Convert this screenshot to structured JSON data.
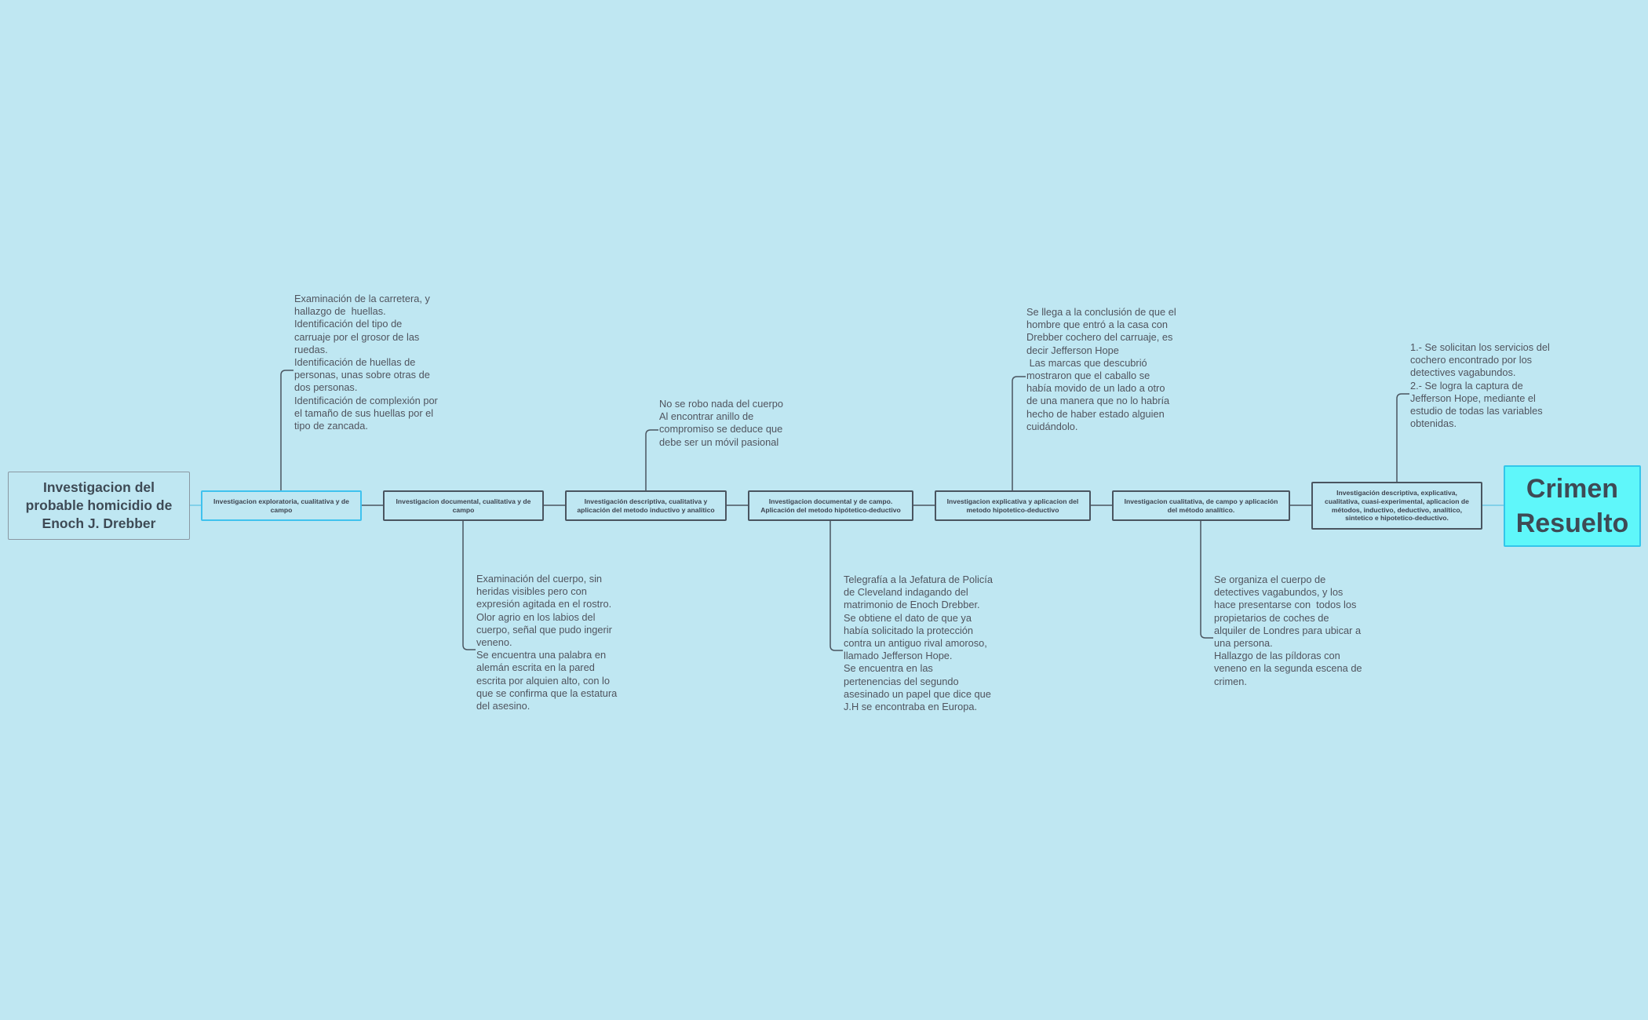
{
  "root": {
    "label": "Investigacion del probable homicidio de Enoch J. Drebber"
  },
  "steps": [
    {
      "label": "Investigacion exploratoria, cualitativa y de campo",
      "note": "Examinación de la carretera, y\nhallazgo de  huellas.\nIdentificación del tipo de\ncarruaje por el grosor de las\nruedas.\nIdentificación de huellas de\npersonas, unas sobre otras de\ndos personas.\nIdentificación de complexión por\nel tamaño de sus huellas por el\ntipo de zancada."
    },
    {
      "label": "Investigacion documental, cualitativa y de campo",
      "note": "Examinación del cuerpo, sin\nheridas visibles pero con\nexpresión agitada en el rostro.\nOlor agrio en los labios del\ncuerpo, señal que pudo ingerir\nveneno.\nSe encuentra una palabra en\nalemán escrita en la pared\nescrita por alquien alto, con lo\nque se confirma que la estatura\ndel asesino."
    },
    {
      "label": "Investigación descriptiva, cualitativa y aplicación del metodo inductivo y analitico",
      "note": "No se robo nada del cuerpo\nAl encontrar anillo de\ncompromiso se deduce que\ndebe ser un móvil pasional"
    },
    {
      "label": "Investigacion documental y de campo. Aplicación del metodo hipótetico-deductivo",
      "note": "Telegrafía a la Jefatura de Policía\nde Cleveland indagando del\nmatrimonio de Enoch Drebber.\nSe obtiene el dato de que ya\nhabía solicitado la protección\ncontra un antiguo rival amoroso,\nllamado Jefferson Hope.\nSe encuentra en las\npertenencias del segundo\nasesinado un papel que dice que\nJ.H se encontraba en Europa."
    },
    {
      "label": "Investigacion explicativa y aplicacion del metodo hipotetico-deductivo",
      "note": "Se llega a la conclusión de que el\nhombre que entró a la casa con\nDrebber cochero del carruaje, es\ndecir Jefferson Hope\n Las marcas que descubrió\nmostraron que el caballo se\nhabía movido de un lado a otro\nde una manera que no lo habría\nhecho de haber estado alguien\ncuidándolo."
    },
    {
      "label": "Investigacion cualitativa, de campo y aplicación del método analítico.",
      "note": "Se organiza el cuerpo de\ndetectives vagabundos, y los\nhace presentarse con  todos los\npropietarios de coches de\nalquiler de Londres para ubicar a\nuna persona.\nHallazgo de las píldoras con\nveneno en la segunda escena de\ncrimen."
    },
    {
      "label": "Investigación descriptiva, explicativa, cualitativa, cuasi-experimental, aplicacion de métodos, inductivo, deductivo, analítico, sintetico e hipotetico-deductivo.",
      "note": "1.- Se solicitan los servicios del\ncochero encontrado por los\ndetectives vagabundos.\n2.- Se logra la captura de\nJefferson Hope, mediante el\nestudio de todas las variables\nobtenidas."
    }
  ],
  "final": {
    "label": "Crimen Resuelto"
  },
  "colors": {
    "background": "#bfe7f2",
    "node_border": "#4a5560",
    "selected_border": "#3fc2ee",
    "final_fill": "#5ff7fa",
    "connector": "#4a5560",
    "connector_light": "#6fc9e6"
  }
}
